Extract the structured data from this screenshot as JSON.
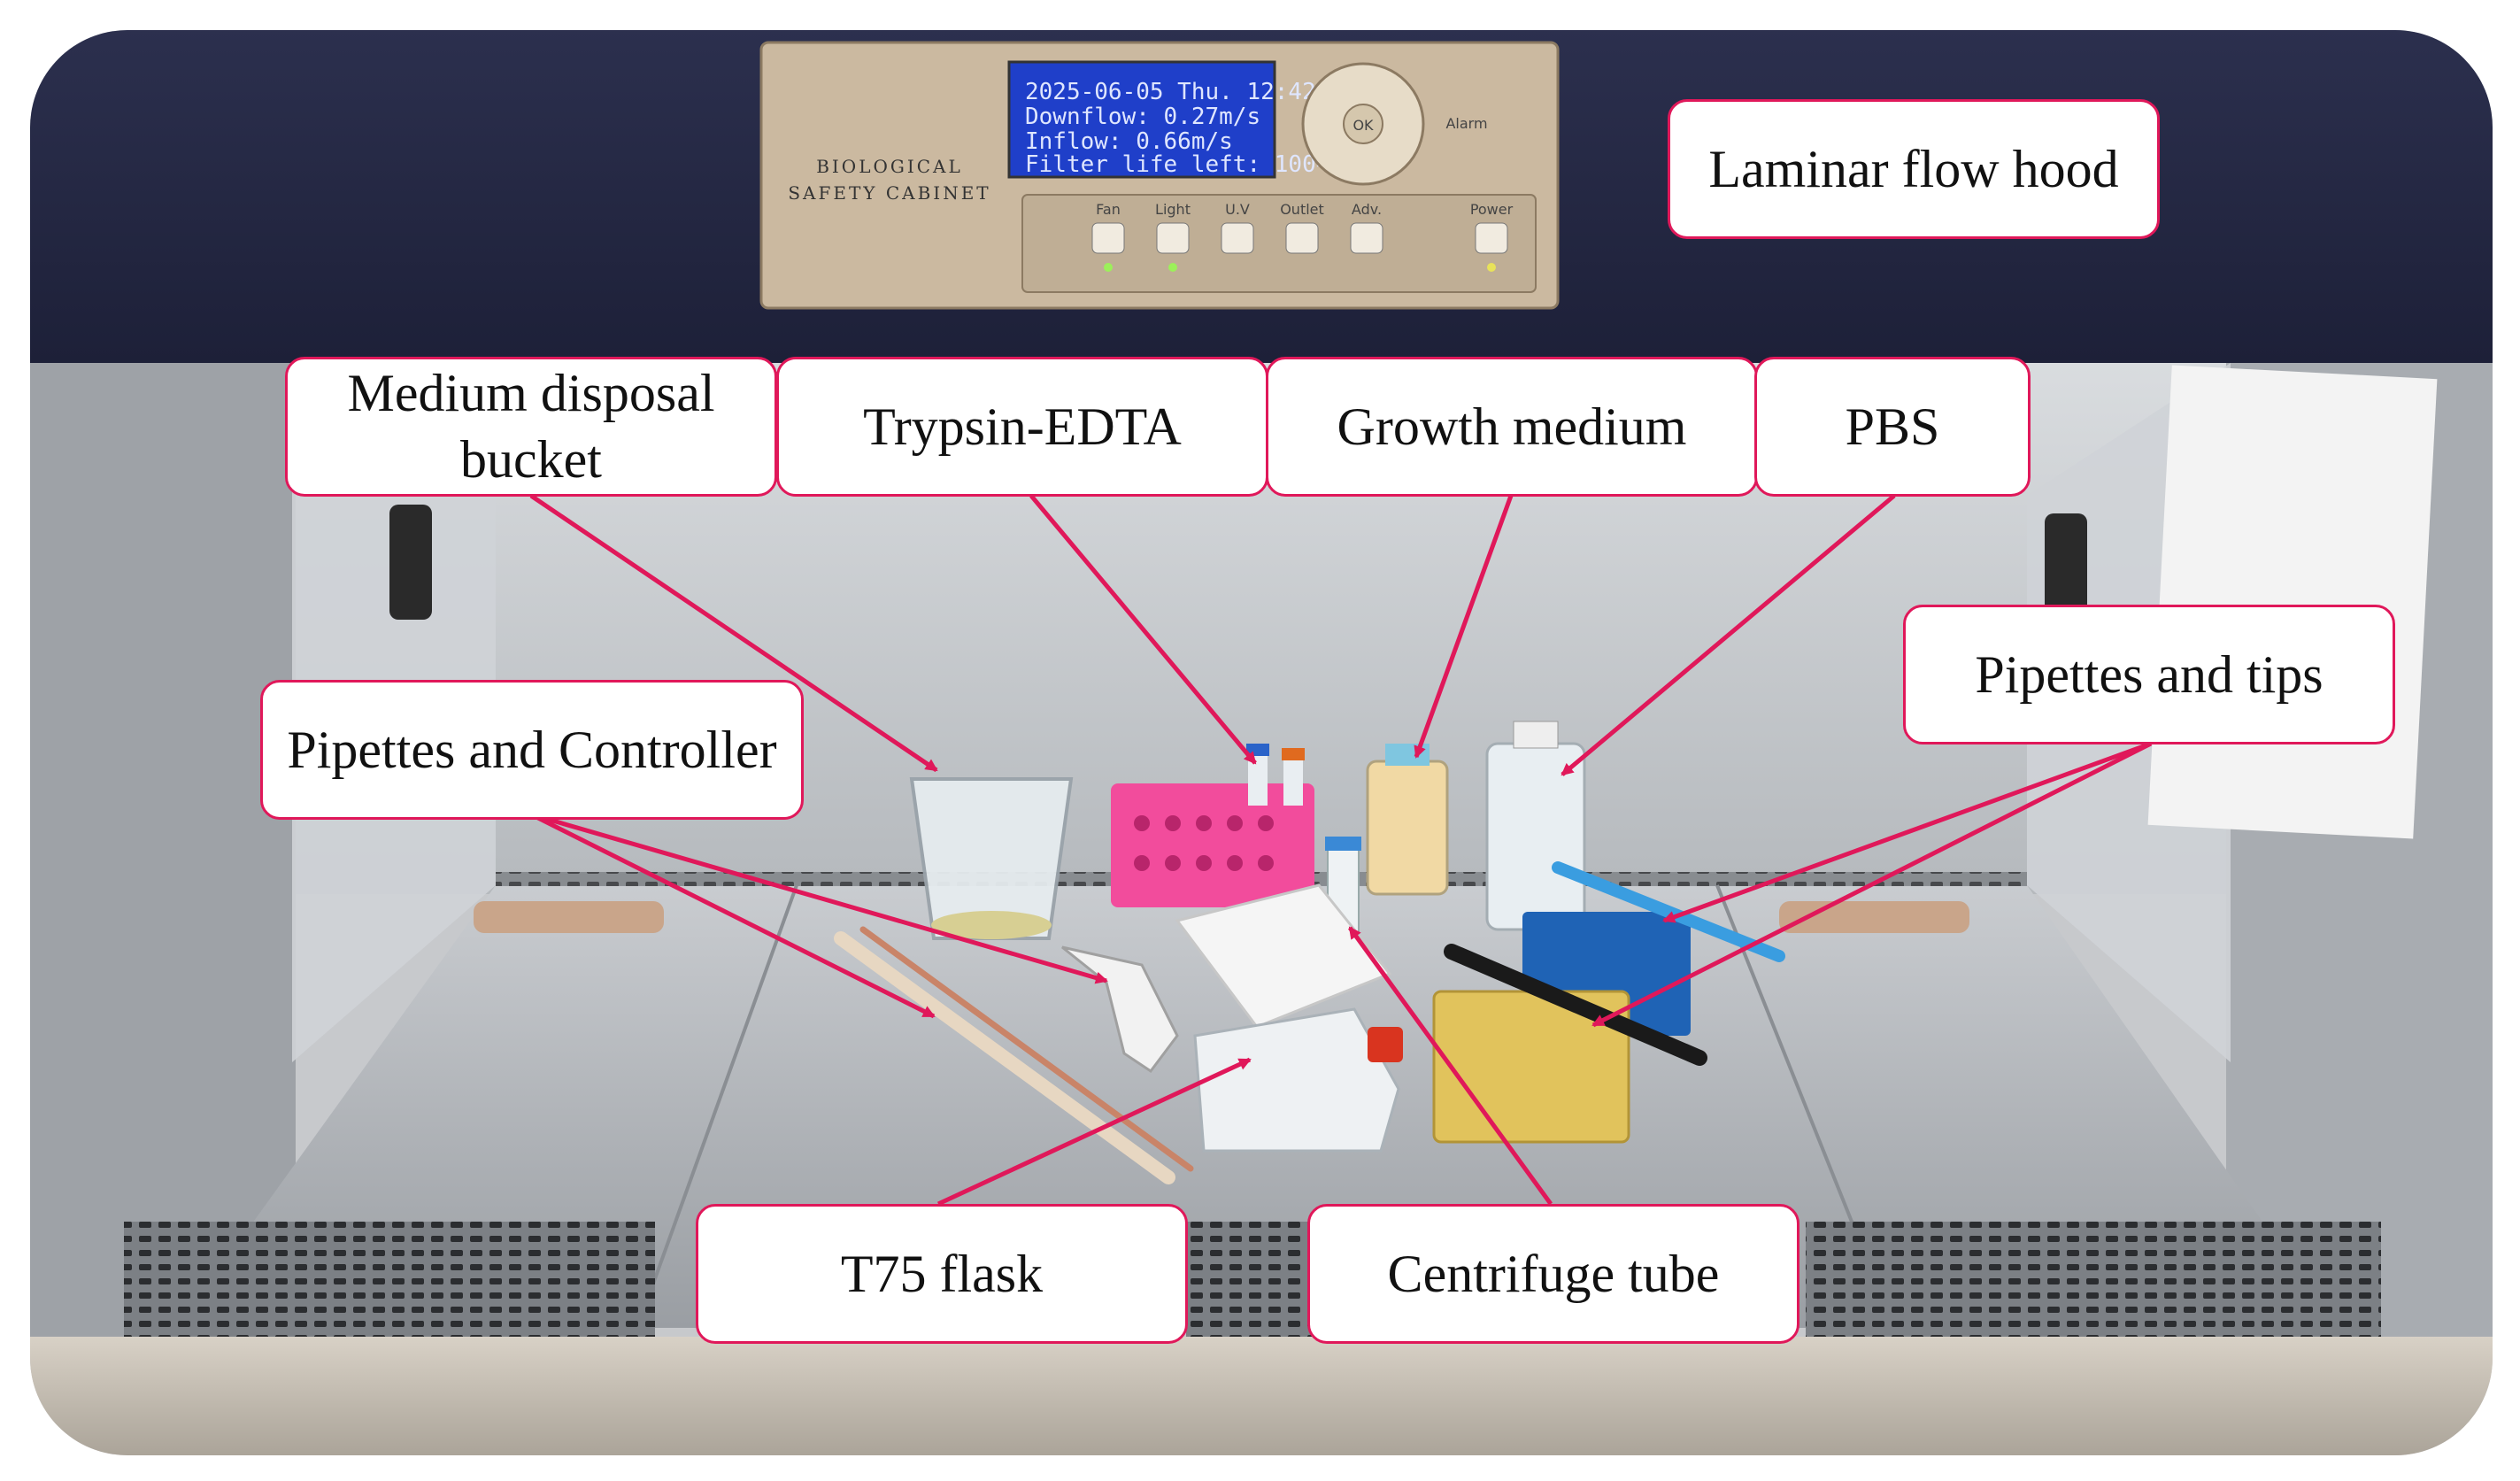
{
  "image": {
    "description_free": true,
    "accent_color": "#e0185a"
  },
  "panel": {
    "cabinet_line1": "BIOLOGICAL",
    "cabinet_line2": "SAFETY CABINET",
    "display_lines": [
      "2025-06-05 Thu. 12:42",
      "Downflow:  0.27m/s",
      "Inflow:    0.66m/s",
      "Filter life left: 100%"
    ],
    "ok_label": "OK",
    "alarm_label": "Alarm",
    "buttons": [
      "Fan",
      "Light",
      "U.V",
      "Outlet",
      "Adv.",
      "Power"
    ]
  },
  "labels": {
    "laminar_flow_hood": "Laminar flow hood",
    "medium_disposal_bucket": "Medium disposal bucket",
    "trypsin_edta": "Trypsin-EDTA",
    "growth_medium": "Growth medium",
    "pbs": "PBS",
    "pipettes_and_tips": "Pipettes and tips",
    "pipettes_and_controller": "Pipettes and Controller",
    "t75_flask": "T75 flask",
    "centrifuge_tube": "Centrifuge tube"
  }
}
